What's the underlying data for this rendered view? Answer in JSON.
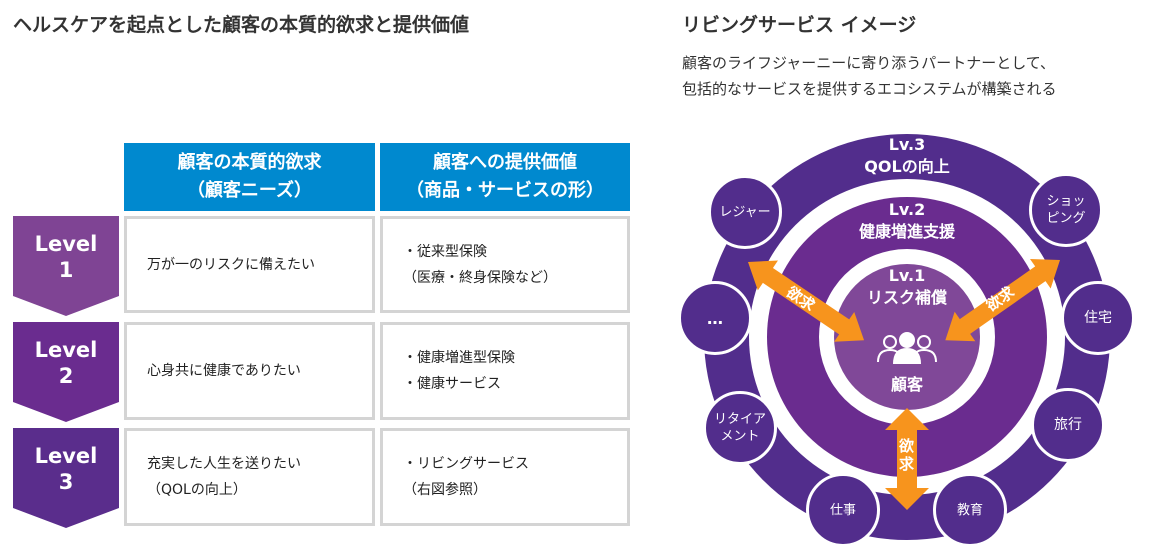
{
  "left": {
    "title": "ヘルスケアを起点とした顧客の本質的欲求と提供価値",
    "headers": [
      {
        "line1": "顧客の本質的欲求",
        "line2": "（顧客ニーズ）"
      },
      {
        "line1": "顧客への提供価値",
        "line2": "（商品・サービスの形）"
      }
    ],
    "rows": [
      {
        "level_word": "Level",
        "level_num": "1",
        "need": "万が一のリスクに備えたい",
        "value1": "・従来型保険",
        "value2": "（医療・終身保険など）",
        "color": "#7f4494"
      },
      {
        "level_word": "Level",
        "level_num": "2",
        "need": "心身共に健康でありたい",
        "value1": "・健康増進型保険",
        "value2": "・健康サービス",
        "color": "#6a2c8f"
      },
      {
        "level_word": "Level",
        "level_num": "3",
        "need": "充実した人生を送りたい",
        "need2": "（QOLの向上）",
        "value1": "・リビングサービス",
        "value2": "（右図参照）",
        "color": "#5a2d8c"
      }
    ]
  },
  "right": {
    "title": "リビングサービス イメージ",
    "subtitle1": "顧客のライフジャーニーに寄り添うパートナーとして、",
    "subtitle2": "包括的なサービスを提供するエコシステムが構築される",
    "lv3": {
      "a": "Lv.3",
      "b": "QOLの向上"
    },
    "lv2": {
      "a": "Lv.2",
      "b": "健康増進支援"
    },
    "lv1": {
      "a": "Lv.1",
      "b": "リスク補償"
    },
    "center": "顧客",
    "desire": "欲求",
    "bubbles": [
      "レジャー",
      "ショッ\nピング",
      "…",
      "住宅",
      "リタイア\nメント",
      "旅行",
      "仕事",
      "教育"
    ],
    "colors": {
      "outer": "#522d8c",
      "middle": "#6a2c8f",
      "inner": "#804898",
      "arrow": "#f7941d",
      "header": "#0089cf"
    }
  }
}
